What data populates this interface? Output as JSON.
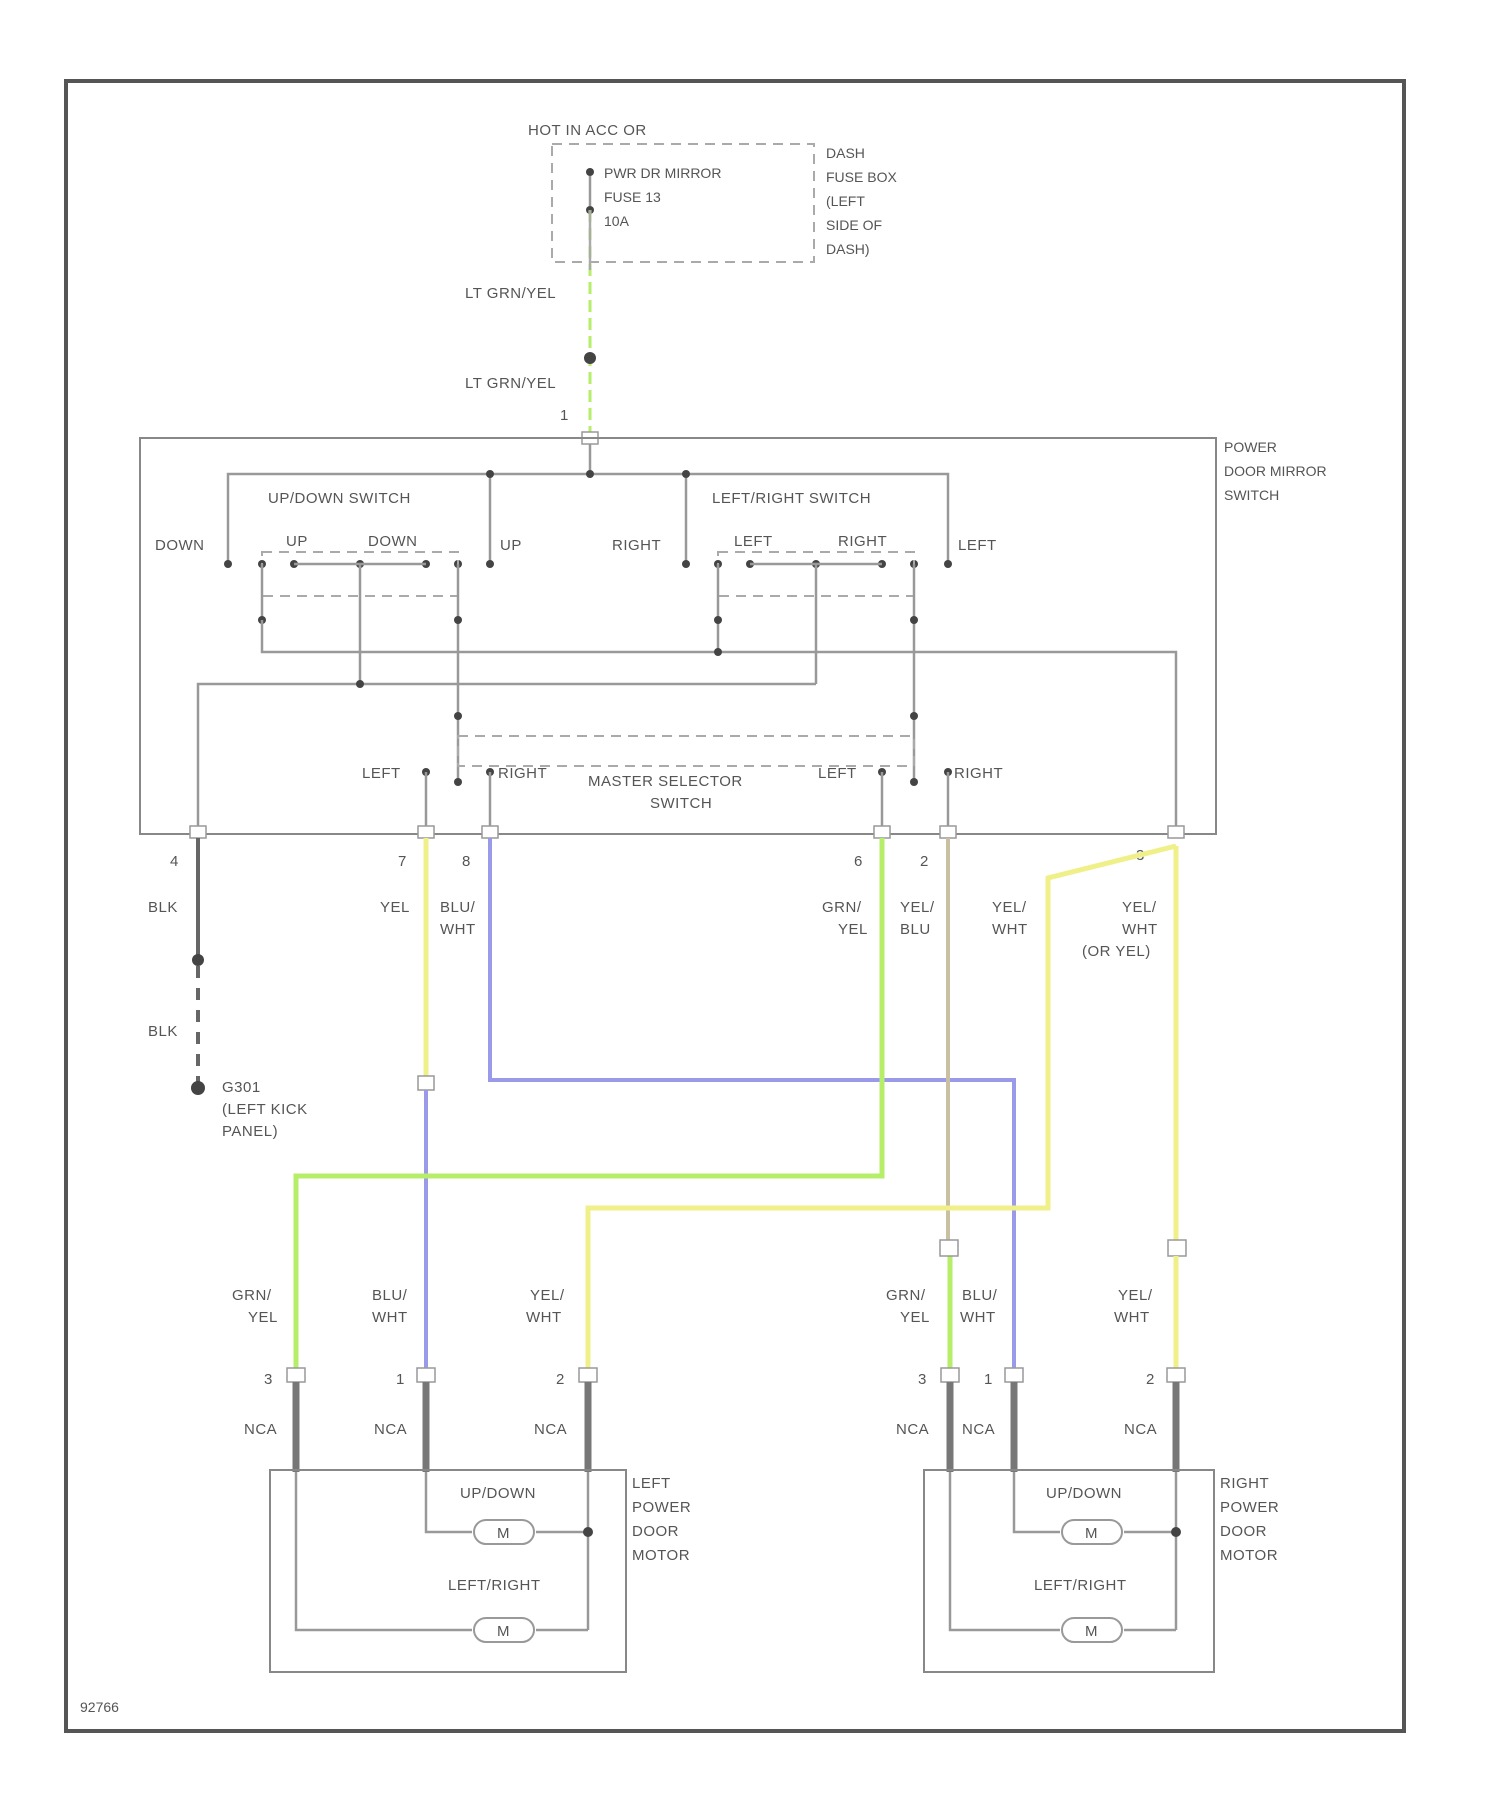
{
  "fuse": {
    "hot": "HOT IN ACC OR",
    "name": "PWR DR MIRROR",
    "fuse_no": "FUSE 13",
    "amps": "10A",
    "box_lines": [
      "DASH",
      "FUSE BOX",
      "(LEFT",
      "SIDE OF",
      "DASH)"
    ]
  },
  "feed_wire": {
    "upper": "LT GRN/YEL",
    "lower": "LT GRN/YEL",
    "pin": "1"
  },
  "switch": {
    "title_lines": [
      "POWER",
      "DOOR MIRROR",
      "SWITCH"
    ],
    "updown": {
      "title": "UP/DOWN SWITCH",
      "down_outer": "DOWN",
      "up_inner": "UP",
      "down_inner": "DOWN",
      "up_outer": "UP"
    },
    "leftright": {
      "title": "LEFT/RIGHT SWITCH",
      "right_outer": "RIGHT",
      "left_inner": "LEFT",
      "right_inner": "RIGHT",
      "left_outer": "LEFT"
    },
    "master": {
      "title_lines": [
        "MASTER SELECTOR",
        "SWITCH"
      ],
      "left1": "LEFT",
      "right1": "RIGHT",
      "left2": "LEFT",
      "right2": "RIGHT"
    }
  },
  "pins": {
    "p4a": "4",
    "p7": "7",
    "p8": "8",
    "p6": "6",
    "p2": "2",
    "p3": "3"
  },
  "wires": {
    "blk": "BLK",
    "yel": "YEL",
    "blu_wht": [
      "BLU/",
      "WHT"
    ],
    "grn_yel": [
      "GRN/",
      "YEL"
    ],
    "yel_blu": [
      "YEL/",
      "BLU"
    ],
    "yel_wht": [
      "YEL/",
      "WHT"
    ],
    "yel_wht_alt": [
      "YEL/",
      "WHT",
      "(OR YEL)"
    ],
    "blk2": "BLK"
  },
  "ground": {
    "name": "G301",
    "lines": [
      "(LEFT KICK",
      "PANEL)"
    ]
  },
  "left_motor": {
    "wires": {
      "a": [
        "GRN/",
        "YEL"
      ],
      "b": [
        "BLU/",
        "WHT"
      ],
      "c": [
        "YEL/",
        "WHT"
      ]
    },
    "pins": {
      "a": "3",
      "b": "1",
      "c": "2"
    },
    "nca": "NCA",
    "updown": "UP/DOWN",
    "leftright": "LEFT/RIGHT",
    "m": "M",
    "title_lines": [
      "LEFT",
      "POWER",
      "DOOR",
      "MOTOR"
    ]
  },
  "right_motor": {
    "wires": {
      "a": [
        "GRN/",
        "YEL"
      ],
      "b": [
        "BLU/",
        "WHT"
      ],
      "c": [
        "YEL/",
        "WHT"
      ]
    },
    "pins": {
      "a": "3",
      "b": "1",
      "c": "2"
    },
    "nca": "NCA",
    "updown": "UP/DOWN",
    "leftright": "LEFT/RIGHT",
    "m": "M",
    "title_lines": [
      "RIGHT",
      "POWER",
      "DOOR",
      "MOTOR"
    ]
  },
  "figure_id": "92766",
  "colors": {
    "yellow": "#f0f08a",
    "blue": "#9a9ae8",
    "green": "#b6ee6a",
    "tan": "#c8c0a0",
    "frame": "#555555"
  }
}
